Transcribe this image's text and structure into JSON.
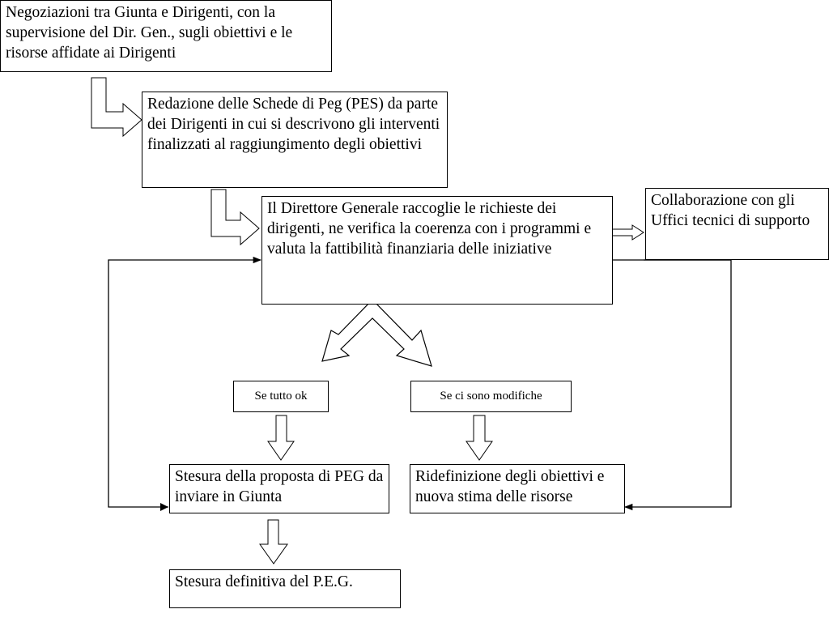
{
  "boxes": {
    "negoziazioni": "Negoziazioni tra Giunta e Dirigenti, con la supervisione del Dir. Gen., sugli obiettivi e le risorse affidate ai Dirigenti",
    "redazione": "Redazione delle Schede di Peg (PES) da parte dei Dirigenti in cui si descrivono gli interventi finalizzati al raggiungimento degli obiettivi",
    "direttore": "Il Direttore Generale  raccoglie le richieste dei dirigenti, ne verifica la coerenza con i programmi e valuta  la fattibilità finanziaria delle iniziative",
    "collaborazione": "Collaborazione con gli Uffici tecnici di supporto",
    "tutto_ok": "Se tutto ok",
    "modifiche": "Se ci sono modifiche",
    "stesura_proposta": "Stesura della proposta di PEG da inviare in Giunta",
    "ridefinizione": "Ridefinizione degli obiettivi e nuova stima delle risorse",
    "stesura_definitiva": "Stesura definitiva del P.E.G."
  }
}
